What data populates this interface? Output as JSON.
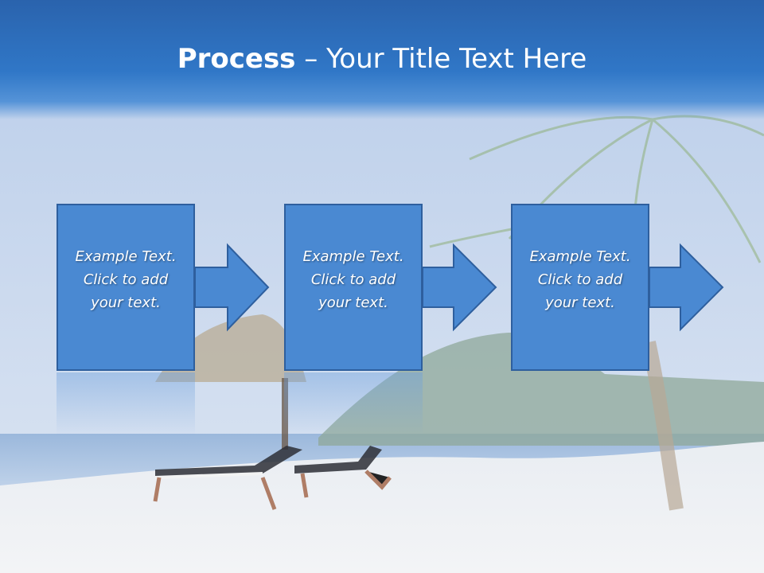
{
  "slide": {
    "title_bold": "Process",
    "title_rest": " – Your Title Text Here"
  },
  "steps": [
    {
      "line1": "Example Text.",
      "line2": "Click  to add",
      "line3": "your text."
    },
    {
      "line1": "Example Text.",
      "line2": "Click  to add",
      "line3": "your text."
    },
    {
      "line1": "Example Text.",
      "line2": "Click  to add",
      "line3": "your text."
    }
  ],
  "colors": {
    "title_bar": "#2f72c2",
    "step_fill": "#4a89d2",
    "step_border": "#2e5f9e"
  },
  "icons": {
    "arrow": "right-arrow-icon"
  }
}
